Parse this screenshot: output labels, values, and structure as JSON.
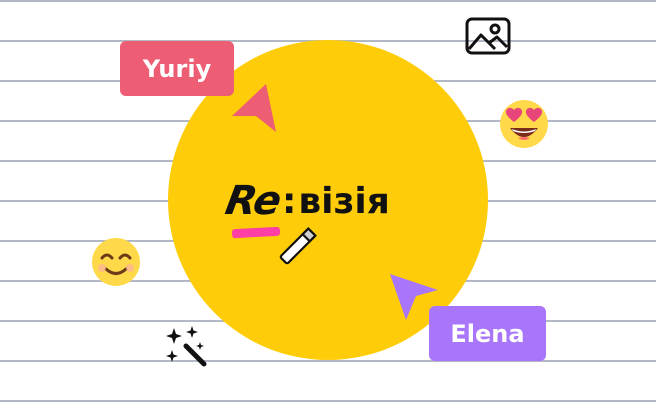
{
  "colors": {
    "background": "#ffffff",
    "ruled_line": "#b2b9c4",
    "circle": "#ffcc09",
    "highlight": "#ff3fa6",
    "yuriy_accent": "#ed5d73",
    "elena_accent": "#a976fb"
  },
  "logo": {
    "prefix": "Re",
    "separator": ":",
    "suffix": "візія"
  },
  "collaborators": [
    {
      "name": "Yuriy",
      "color": "#ed5d73"
    },
    {
      "name": "Elena",
      "color": "#a976fb"
    }
  ],
  "icons": {
    "image": "image-icon",
    "magic_wand": "magic-wand-icon",
    "marker": "marker-pen-icon",
    "emoji_top_right": "heart-eyes-emoji",
    "emoji_left": "smiling-emoji"
  }
}
